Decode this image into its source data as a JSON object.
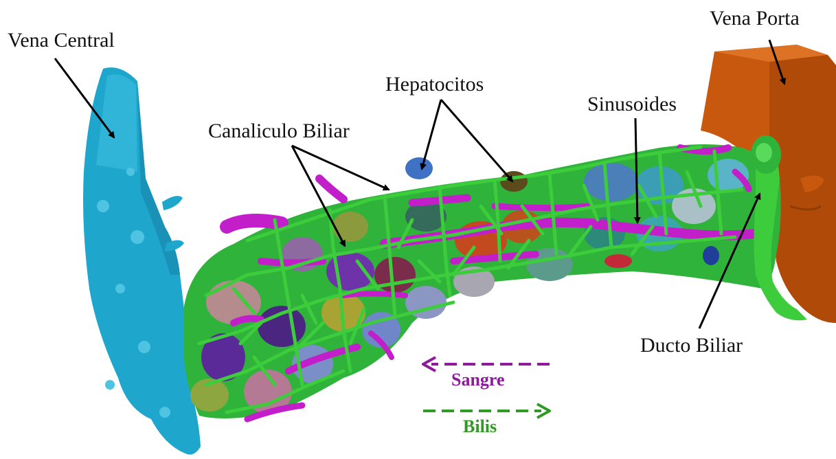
{
  "labels": {
    "vena_central": "Vena Central",
    "vena_porta": "Vena Porta",
    "hepatocitos": "Hepatocitos",
    "canaliculo_biliar": "Canaliculo Biliar",
    "sinusoides": "Sinusoides",
    "ducto_biliar": "Ducto Biliar"
  },
  "flows": {
    "sangre": {
      "label": "Sangre",
      "color": "#8e1b9c",
      "direction": "left"
    },
    "bilis": {
      "label": "Bilis",
      "color": "#2f9a24",
      "direction": "right"
    }
  },
  "colors": {
    "vena_central": "#1fa6cc",
    "vena_porta": "#c9580f",
    "canaliculo": "#33c43a",
    "sinusoide": "#c21ec9"
  }
}
